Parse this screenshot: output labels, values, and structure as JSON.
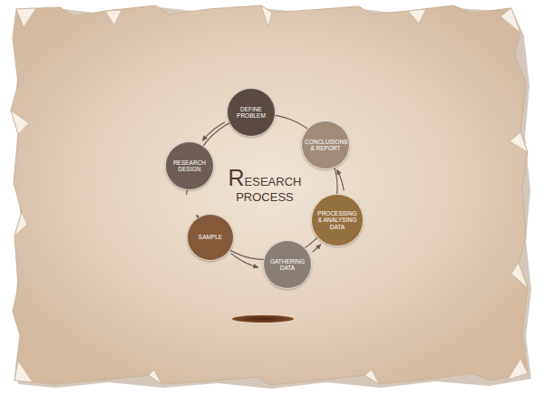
{
  "diagram": {
    "title": "RESEARCH PROCESS",
    "nodes": [
      {
        "text": [
          "DEFINE PROBLEM"
        ]
      },
      {
        "text": [
          "CONCLUSIONS & REPORT"
        ]
      },
      {
        "text": [
          "PROCESSING & ANALYSING DATA"
        ]
      },
      {
        "text": [
          "GATHERING DATA"
        ]
      },
      {
        "text": [
          "SAMPLE"
        ]
      },
      {
        "text": [
          "RESEARCH DESIGN"
        ]
      }
    ],
    "edges": [
      {
        "from": 0,
        "to": 5,
        "arrow": "to"
      },
      {
        "from": 5,
        "to": 4,
        "arrow": "to"
      },
      {
        "from": 4,
        "to": 3,
        "arrow": "to"
      },
      {
        "from": 3,
        "to": 2,
        "arrow": "to"
      },
      {
        "from": 2,
        "to": 1,
        "arrow": "to"
      }
    ]
  }
}
